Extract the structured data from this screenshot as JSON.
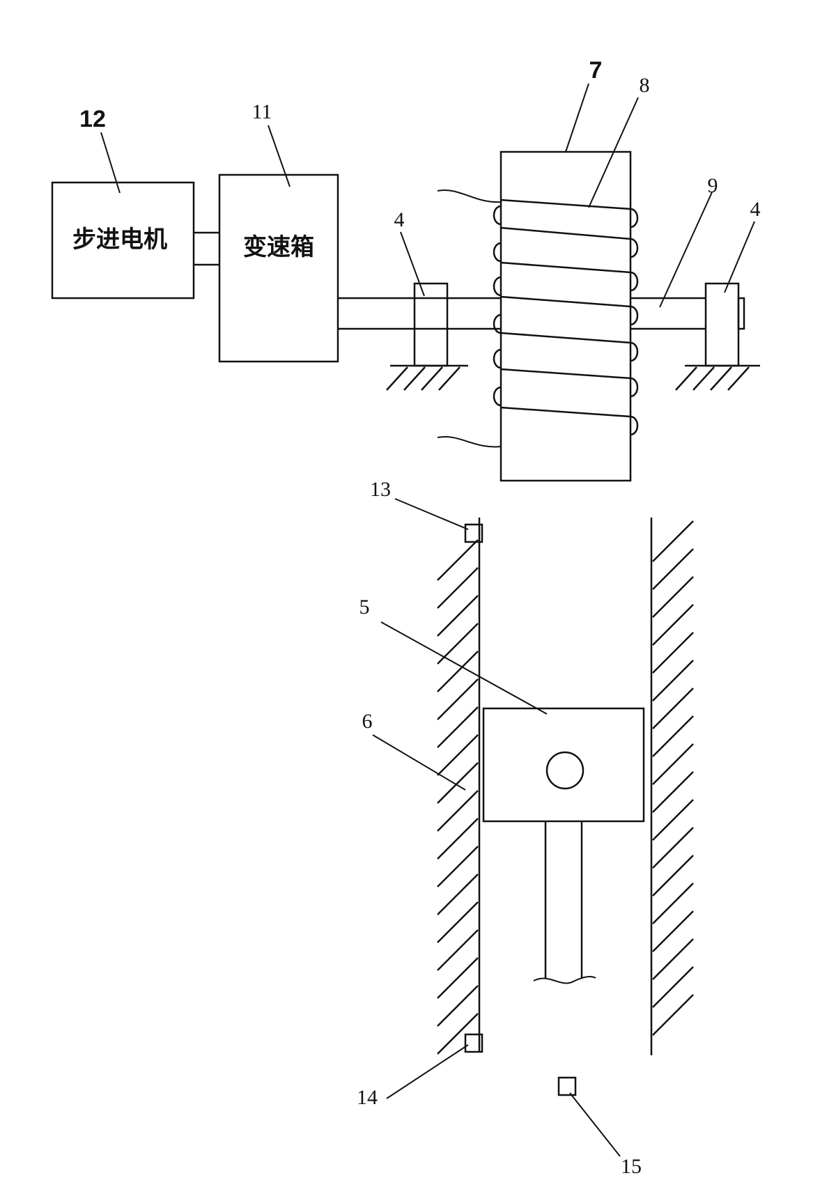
{
  "diagram": {
    "boxes": {
      "motor": "步进电机",
      "gearbox": "变速箱"
    },
    "labels": {
      "l12": "12",
      "l11": "11",
      "l7": "7",
      "l8": "8",
      "l9": "9",
      "l4a": "4",
      "l4b": "4",
      "l13": "13",
      "l5": "5",
      "l6": "6",
      "l14": "14",
      "l15": "15"
    }
  }
}
